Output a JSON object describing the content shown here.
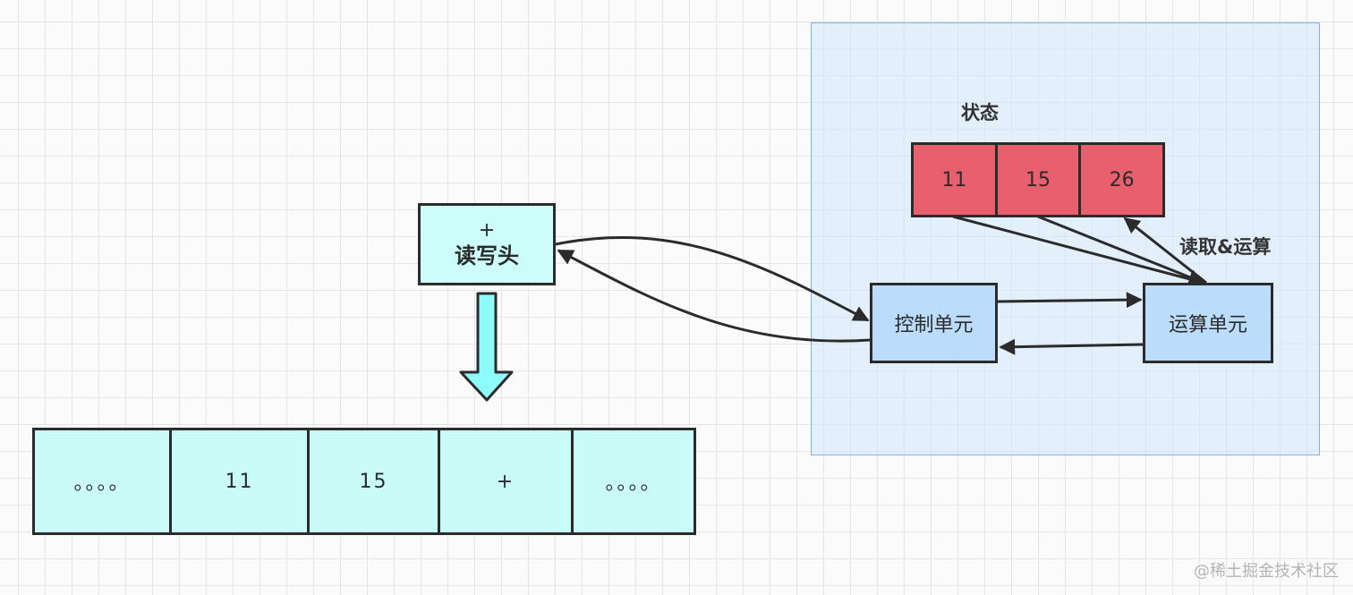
{
  "region": {
    "color": "#d0e6fc",
    "border_color": "#7fb3e6"
  },
  "state": {
    "label": "状态",
    "values": [
      "11",
      "15",
      "26"
    ],
    "color": "#e8606d"
  },
  "operation_label": "读取&运算",
  "control_unit": {
    "label": "控制单元",
    "color": "#bcdcfb"
  },
  "alu": {
    "label": "运算单元",
    "color": "#bcdcfb"
  },
  "read_write_head": {
    "symbol": "+",
    "label": "读写头",
    "color": "#ccfdfb"
  },
  "tape": {
    "cells": [
      "。。。。",
      "11",
      "15",
      "+",
      "。。。。"
    ],
    "color": "#c9fbf9"
  },
  "watermark": "@稀土掘金技术社区",
  "icons": {
    "down_arrow": "down-arrow-icon"
  }
}
